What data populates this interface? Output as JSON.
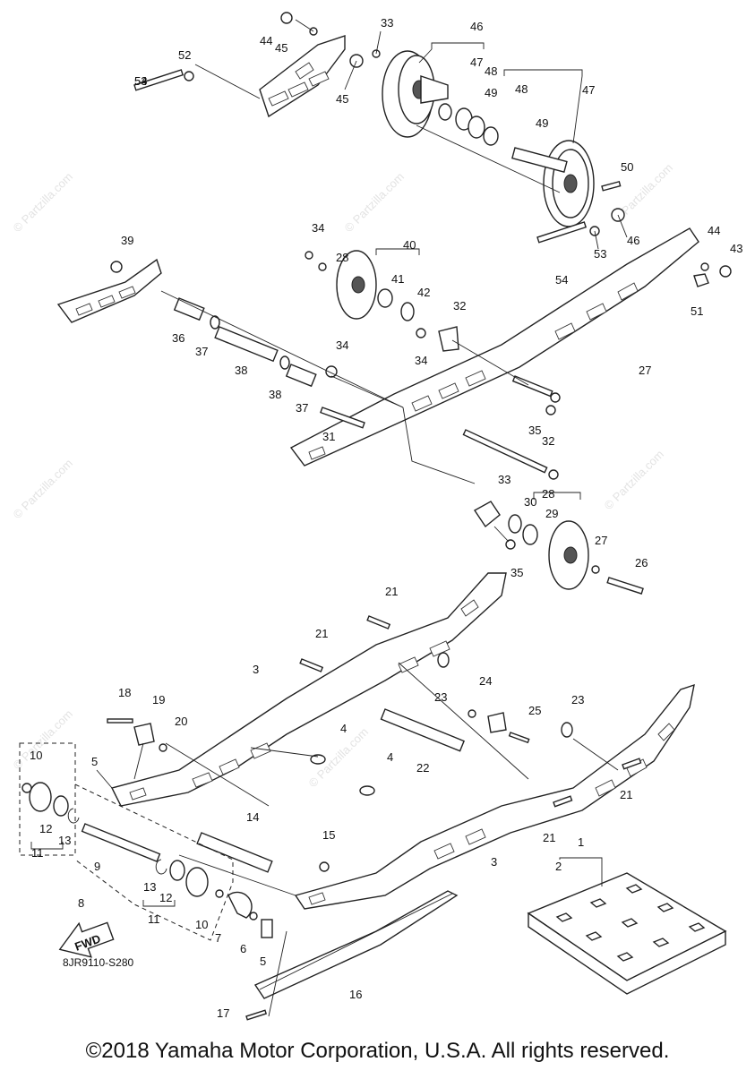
{
  "diagram": {
    "copyright": "©2018 Yamaha Motor Corporation, U.S.A. All rights reserved.",
    "drawing_code": "8JR9110-S280",
    "watermark": "© Partzilla.com",
    "fwd_label": "FWD",
    "callouts": [
      "1",
      "2",
      "3",
      "3",
      "4",
      "4",
      "5",
      "5",
      "6",
      "7",
      "8",
      "9",
      "10",
      "10",
      "11",
      "11",
      "12",
      "12",
      "13",
      "13",
      "14",
      "15",
      "16",
      "17",
      "18",
      "19",
      "20",
      "21",
      "21",
      "21",
      "21",
      "22",
      "23",
      "23",
      "24",
      "25",
      "26",
      "27",
      "27",
      "28",
      "28",
      "29",
      "30",
      "31",
      "32",
      "32",
      "33",
      "33",
      "34",
      "34",
      "34",
      "35",
      "35",
      "36",
      "37",
      "37",
      "38",
      "38",
      "39",
      "40",
      "41",
      "42",
      "43",
      "44",
      "44",
      "45",
      "45",
      "46",
      "46",
      "47",
      "47",
      "48",
      "48",
      "49",
      "49",
      "50",
      "51",
      "52",
      "53",
      "53",
      "54",
      "54"
    ]
  }
}
